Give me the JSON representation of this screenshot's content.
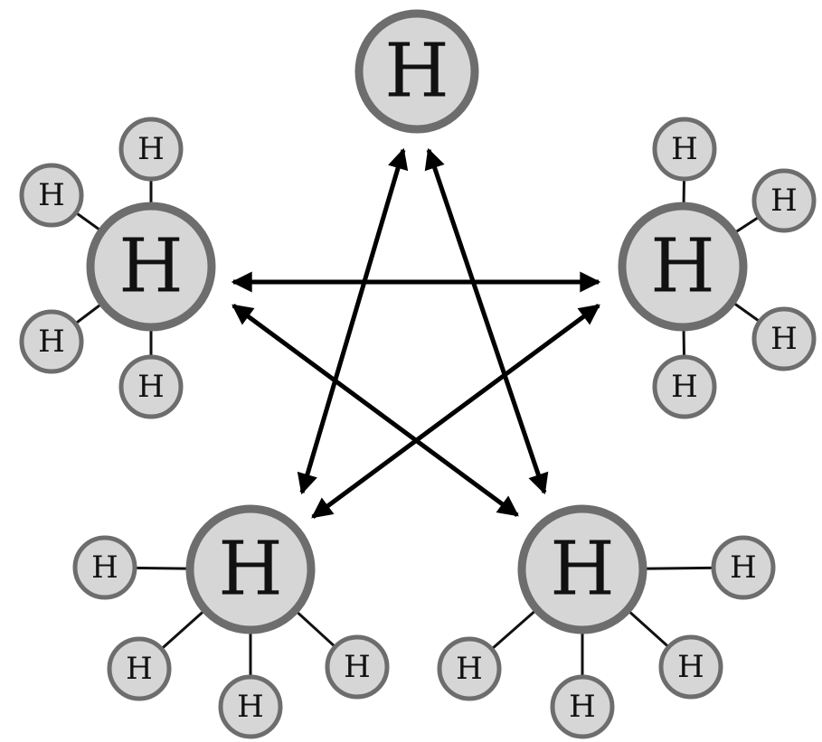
{
  "diagram": {
    "atom_symbol": "H",
    "colors": {
      "atom_fill": "#d6d6d6",
      "atom_stroke": "#6d6d6d",
      "bond": "#111111",
      "arrow": "#000000",
      "text": "#111111",
      "background": "#ffffff"
    },
    "nodes": [
      {
        "id": "top",
        "symbol": "H",
        "satellites": []
      },
      {
        "id": "left",
        "symbol": "H",
        "satellites": [
          "H",
          "H",
          "H",
          "H"
        ]
      },
      {
        "id": "right",
        "symbol": "H",
        "satellites": [
          "H",
          "H",
          "H",
          "H"
        ]
      },
      {
        "id": "bottom-left",
        "symbol": "H",
        "satellites": [
          "H",
          "H",
          "H",
          "H"
        ]
      },
      {
        "id": "bottom-right",
        "symbol": "H",
        "satellites": [
          "H",
          "H",
          "H",
          "H"
        ]
      }
    ],
    "arrows": [
      {
        "from": "left",
        "to": "right",
        "bidirectional": true
      },
      {
        "from": "top",
        "to": "bottom-left",
        "bidirectional": true
      },
      {
        "from": "top",
        "to": "bottom-right",
        "bidirectional": true
      },
      {
        "from": "left",
        "to": "bottom-right",
        "bidirectional": true
      },
      {
        "from": "right",
        "to": "bottom-left",
        "bidirectional": true
      }
    ]
  }
}
